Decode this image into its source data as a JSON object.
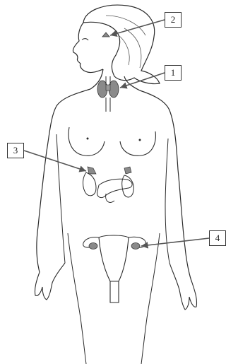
{
  "labels": {
    "thyroid": "1",
    "pituitary": "2",
    "adrenal_pancreas": "3",
    "ovary": "4"
  },
  "colors": {
    "line": "#2a2a2a",
    "gland": "#8a8a8a",
    "arrow": "#555555"
  }
}
